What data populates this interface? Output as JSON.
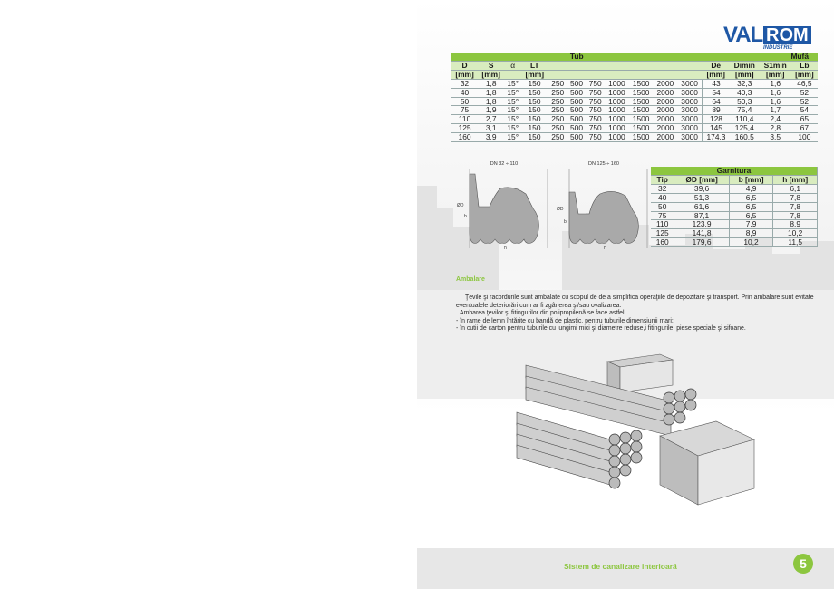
{
  "logo": {
    "brand": "VALROM",
    "part1": "VAL",
    "part2": "ROM",
    "sub": "INDUSTRIE"
  },
  "tub_table": {
    "group_tub": "Tub",
    "group_mufa": "Mufă",
    "col_D": "D",
    "col_S": "S",
    "col_alpha": "α",
    "col_LT": "LT",
    "col_De": "De",
    "col_Dimin": "Dimin",
    "col_S1min": "S1min",
    "col_Lb": "Lb",
    "unit_mm": "[mm]",
    "rows": [
      [
        "32",
        "1,8",
        "15°",
        "150",
        "250",
        "500",
        "750",
        "1000",
        "1500",
        "2000",
        "3000",
        "43",
        "32,3",
        "1,6",
        "46,5"
      ],
      [
        "40",
        "1,8",
        "15°",
        "150",
        "250",
        "500",
        "750",
        "1000",
        "1500",
        "2000",
        "3000",
        "54",
        "40,3",
        "1,6",
        "52"
      ],
      [
        "50",
        "1,8",
        "15°",
        "150",
        "250",
        "500",
        "750",
        "1000",
        "1500",
        "2000",
        "3000",
        "64",
        "50,3",
        "1,6",
        "52"
      ],
      [
        "75",
        "1,9",
        "15°",
        "150",
        "250",
        "500",
        "750",
        "1000",
        "1500",
        "2000",
        "3000",
        "89",
        "75,4",
        "1,7",
        "54"
      ],
      [
        "110",
        "2,7",
        "15°",
        "150",
        "250",
        "500",
        "750",
        "1000",
        "1500",
        "2000",
        "3000",
        "128",
        "110,4",
        "2,4",
        "65"
      ],
      [
        "125",
        "3,1",
        "15°",
        "150",
        "250",
        "500",
        "750",
        "1000",
        "1500",
        "2000",
        "3000",
        "145",
        "125,4",
        "2,8",
        "67"
      ],
      [
        "160",
        "3,9",
        "15°",
        "150",
        "250",
        "500",
        "750",
        "1000",
        "1500",
        "2000",
        "3000",
        "174,3",
        "160,5",
        "3,5",
        "100"
      ]
    ]
  },
  "drawings": {
    "left_caption": "DN 32 ÷ 110",
    "right_caption": "DN 125 ÷ 160",
    "label_OD": "ØD",
    "label_b": "b",
    "label_h": "h"
  },
  "garnitura_table": {
    "title": "Garnitura",
    "col_tip": "Tip",
    "col_od": "ØD [mm]",
    "col_b": "b [mm]",
    "col_h": "h [mm]",
    "rows": [
      [
        "32",
        "39,6",
        "4,9",
        "6,1"
      ],
      [
        "40",
        "51,3",
        "6,5",
        "7,8"
      ],
      [
        "50",
        "61,6",
        "6,5",
        "7,8"
      ],
      [
        "75",
        "87,1",
        "6,5",
        "7,8"
      ],
      [
        "110",
        "123,9",
        "7,9",
        "8,9"
      ],
      [
        "125",
        "141,8",
        "8,9",
        "10,2"
      ],
      [
        "160",
        "179,6",
        "10,2",
        "11,5"
      ]
    ]
  },
  "ambalare": {
    "title": "Ambalare",
    "p1": "Ţevile şi racordurile sunt ambalate cu scopul de de a simplifica operaţiile de depozitare şi transport. Prin ambalare sunt evitate eventualele deteriorări cum ar fi zgârierea şi/sau ovalizarea.",
    "p2": "Ambarea ţevilor şi fitingurilor din polipropilenă se face astfel:",
    "p3": "- în rame de lemn întărite cu bandă de plastic,  pentru tuburile dimensiunii mari;",
    "p4": "- în cutii de carton pentru tuburile cu lungimi mici şi diametre reduse,i fitingurile, piese speciale şi sifoane."
  },
  "footer": {
    "text": "Sistem de canalizare interioară",
    "page_number": "5"
  },
  "colors": {
    "accent_green": "#8cc63f",
    "light_green": "#d9ecbf",
    "brand_blue": "#1e57a5"
  }
}
